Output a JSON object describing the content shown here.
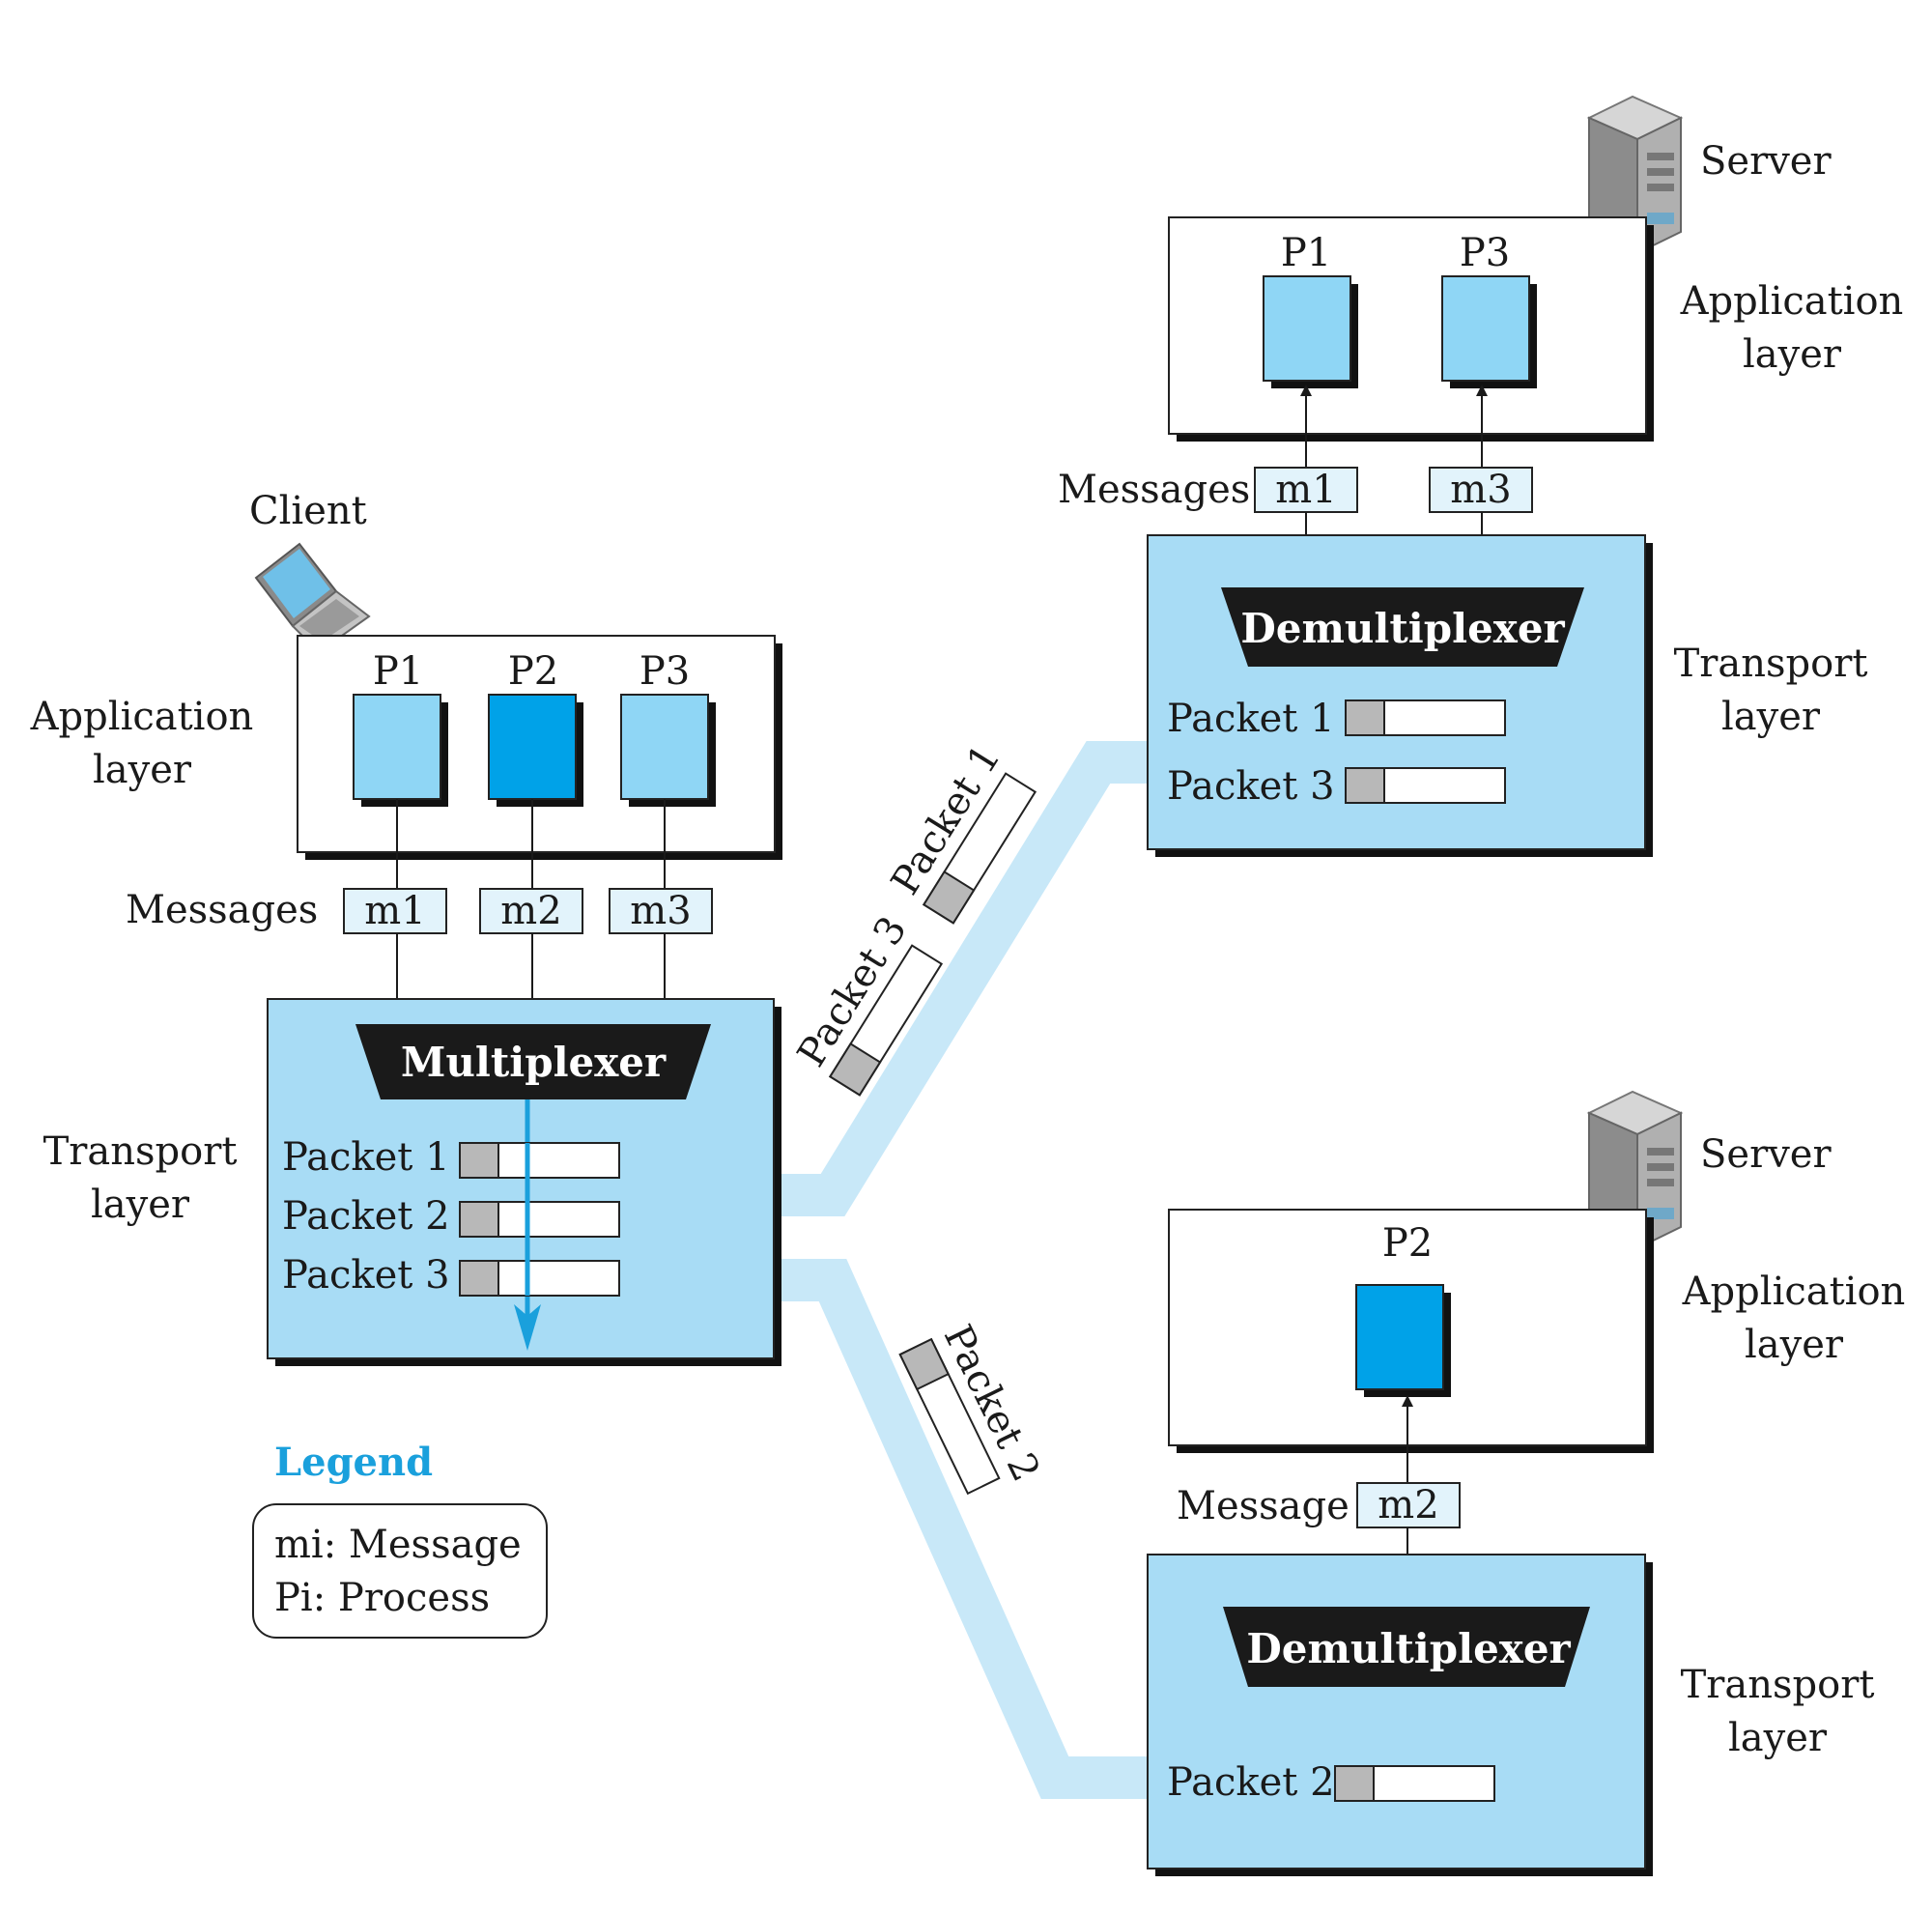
{
  "client": {
    "device_label": "Client",
    "app_layer_label": [
      "Application",
      "layer"
    ],
    "processes": [
      "P1",
      "P2",
      "P3"
    ],
    "messages_label": "Messages",
    "messages": [
      "m1",
      "m2",
      "m3"
    ],
    "transport_label": [
      "Transport",
      "layer"
    ],
    "multiplexer_label": "Multiplexer",
    "packets": [
      "Packet 1",
      "Packet 2",
      "Packet 3"
    ]
  },
  "server_top": {
    "device_label": "Server",
    "app_layer_label": [
      "Application",
      "layer"
    ],
    "processes": [
      "P1",
      "P3"
    ],
    "messages_label": "Messages",
    "messages": [
      "m1",
      "m3"
    ],
    "transport_label": [
      "Transport",
      "layer"
    ],
    "demultiplexer_label": "Demultiplexer",
    "packets": [
      "Packet 1",
      "Packet 3"
    ]
  },
  "server_bottom": {
    "device_label": "Server",
    "app_layer_label": [
      "Application",
      "layer"
    ],
    "processes": [
      "P2"
    ],
    "messages_label": "Message",
    "messages": [
      "m2"
    ],
    "transport_label": [
      "Transport",
      "layer"
    ],
    "demultiplexer_label": "Demultiplexer",
    "packets": [
      "Packet 2"
    ]
  },
  "in_transit": [
    "Packet 1",
    "Packet 3",
    "Packet 2"
  ],
  "legend": {
    "title": "Legend",
    "entries": [
      "mi: Message",
      "Pi: Process"
    ]
  },
  "colors": {
    "process_light": "#8fd6f5",
    "process_dark": "#00a2e8",
    "transport_bg": "#a8dcf5",
    "message_bg": "#e2f3fb",
    "link": "#c8e8f8",
    "header_gray": "#b8b8b8",
    "accent_blue": "#1aa0dc"
  }
}
